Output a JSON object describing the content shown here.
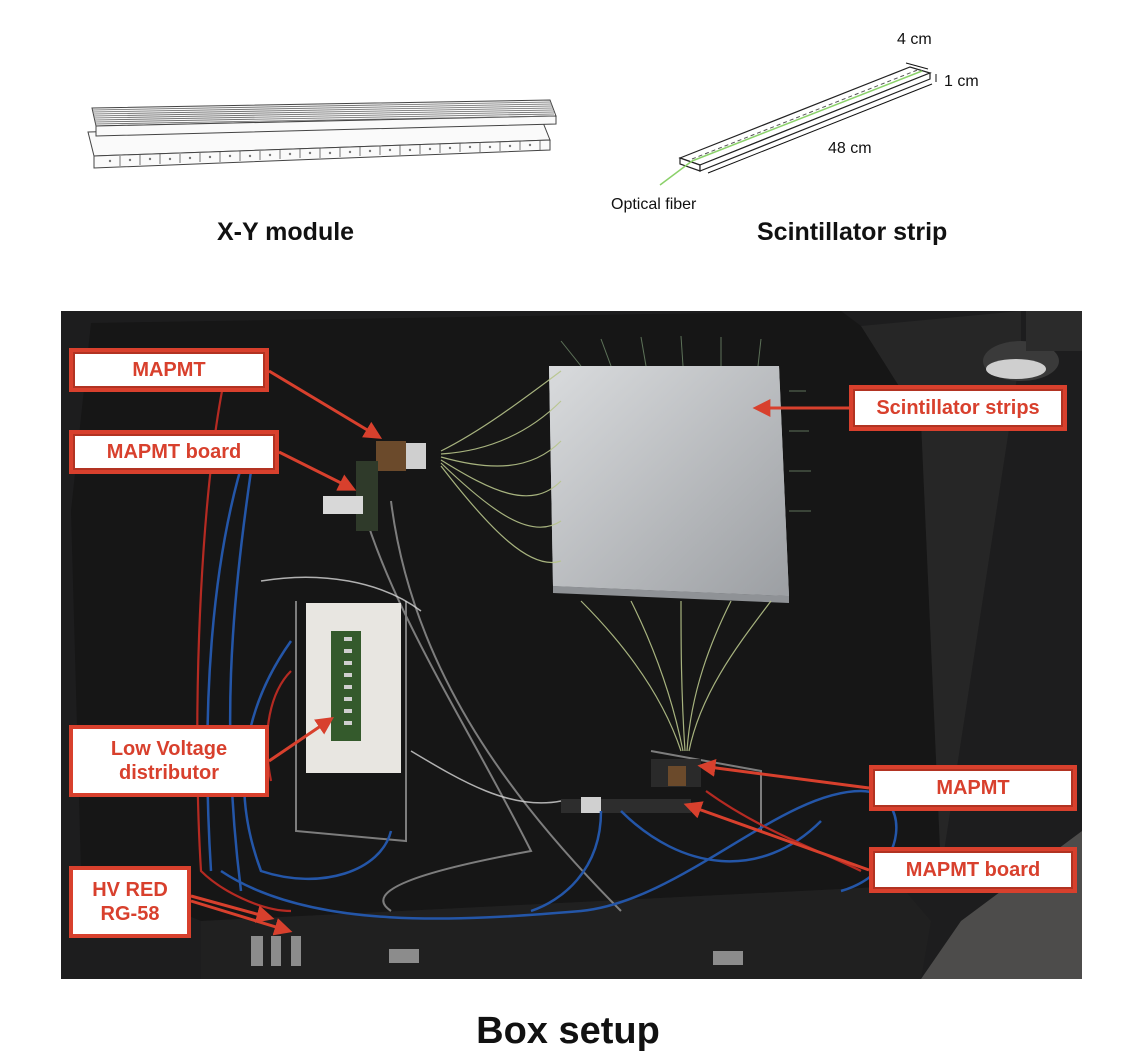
{
  "top": {
    "module_caption": "X-Y module",
    "strip_caption": "Scintillator strip",
    "dim_width": "4 cm",
    "dim_thickness": "1 cm",
    "dim_length": "48 cm",
    "fiber_label": "Optical fiber"
  },
  "photo": {
    "callouts": {
      "mapmt_top": "MAPMT",
      "mapmt_board_top": "MAPMT board",
      "scintillator_strips": "Scintillator strips",
      "low_voltage_line1": "Low Voltage",
      "low_voltage_line2": "distributor",
      "mapmt_right": "MAPMT",
      "mapmt_board_right": "MAPMT board",
      "hv_line1": "HV RED",
      "hv_line2": "RG-58"
    },
    "colors": {
      "callout": "#d8402d",
      "box_floor": "#1b1b1c",
      "carpet": "#4b4b4b"
    }
  },
  "bottom_caption": "Box setup"
}
